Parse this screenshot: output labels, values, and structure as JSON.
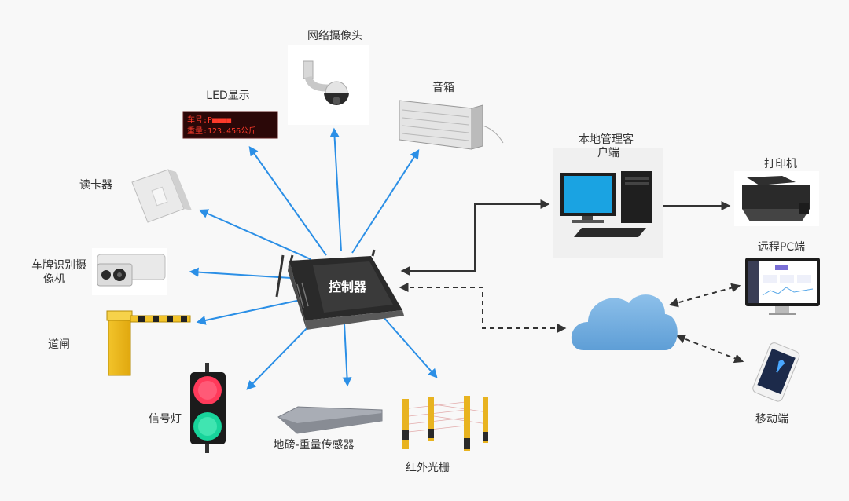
{
  "controller": {
    "label": "控制器"
  },
  "devices": {
    "network_camera": "网络摄像头",
    "led_display": "LED显示",
    "led_text_line1": "车号:P■■■■",
    "led_text_line2": "重量:123.456公斤",
    "speaker": "音箱",
    "card_reader": "读卡器",
    "plate_camera_line1": "车牌识别摄",
    "plate_camera_line2": "像机",
    "barrier_gate": "道闸",
    "traffic_light": "信号灯",
    "weighbridge": "地磅-重量传感器",
    "infrared_grating": "红外光栅"
  },
  "clients": {
    "local_client_line1": "本地管理客",
    "local_client_line2": "户端",
    "printer": "打印机",
    "remote_pc": "远程PC端",
    "mobile": "移动端"
  },
  "colors": {
    "blue_arrow": "#2b8fe6",
    "dark_arrow": "#333333",
    "cloud": "#6eaadc",
    "controller_body": "#2a2a2a"
  }
}
